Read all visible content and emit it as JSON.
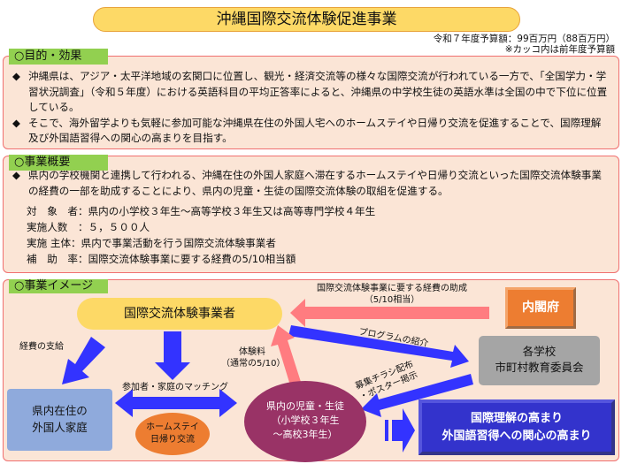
{
  "title": "沖縄国際交流体験促進事業",
  "budget": {
    "line1": "令和７年度予算額：99百万円（88百万円）",
    "line2": "※カッコ内は前年度予算額"
  },
  "purpose": {
    "label": "○目的・効果",
    "bullets": [
      "沖縄県は、アジア・太平洋地域の玄関口に位置し、観光・経済交流等の様々な国際交流が行われている一方で、「全国学力・学習状況調査」（令和５年度）における英語科目の平均正答率によると、沖縄県の中学校生徒の英語水準は全国の中で下位に位置している。",
      "そこで、海外留学よりも気軽に参加可能な沖縄県在住の外国人宅へのホームステイや日帰り交流を促進することで、国際理解及び外国語習得への関心の高まりを目指す。"
    ]
  },
  "overview": {
    "label": "○事業概要",
    "bullet": "県内の学校機関と連携して行われる、沖縄在住の外国人家庭へ滞在するホームステイや日帰り交流といった国際交流体験事業の経費の一部を助成することにより、県内の児童・生徒の国際交流体験の取組を促進する。",
    "rows": [
      "対　象　者：県内の小学校３年生～高等学校３年生又は高等専門学校４年生",
      "実施人数　：５，５００人",
      "実施 主体：県内で事業活動を行う国際交流体験事業者",
      "補　助　率：国際交流体験事業に要する経費の5/10相当額"
    ]
  },
  "image": {
    "label": "○事業イメージ",
    "operator": "国際交流体験事業者",
    "cabinet": "内閣府",
    "schools": [
      "各学校",
      "市町村教育委員会"
    ],
    "families": [
      "県内在住の",
      "外国人家庭"
    ],
    "homestay": [
      "ホームステイ",
      "日帰り交流"
    ],
    "students": [
      "県内の児童・生徒",
      "（小学校３年生",
      "～高校3年生）"
    ],
    "outcome": [
      "国際理解の高まり",
      "外国語習得への関心の高まり"
    ],
    "subsidy_label": [
      "国際交流体験事業に要する経費の助成",
      "（5/10相当）"
    ],
    "program_label": "プログラムの紹介",
    "recruit_label": [
      "募集チラシ配布",
      "・ポスター掲示"
    ],
    "fee_label": [
      "体験料",
      "（通常の5/10）"
    ],
    "expense_label": "経費の支給",
    "matching_label": "参加者・家庭のマッチング"
  }
}
